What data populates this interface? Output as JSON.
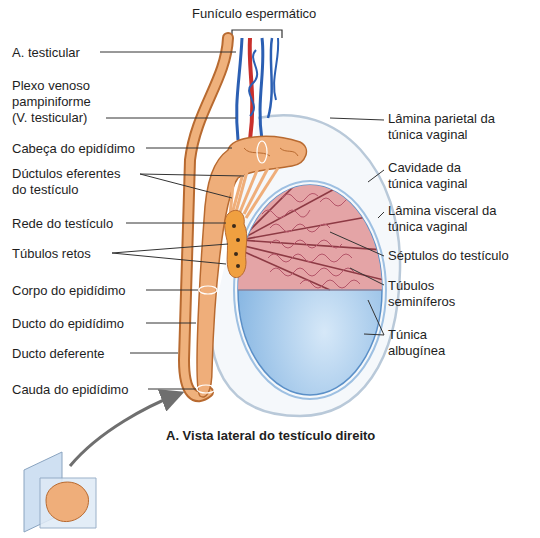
{
  "diagram": {
    "caption": "A. Vista lateral do testículo direito",
    "labels": [
      "Funículo espermático",
      "A. testicular",
      "Plexo venoso pampiniforme (V. testicular)",
      "Cabeça do epidídimo",
      "Dúctulos eferentes do testículo",
      "Rede do testículo",
      "Túbulos retos",
      "Corpo do epidídimo",
      "Ducto do epidídimo",
      "Ducto deferente",
      "Cauda do epidídimo",
      "Lâmina parietal da túnica vaginal",
      "Cavidade da túnica vaginal",
      "Lâmina visceral da túnica vaginal",
      "Séptulos do testículo",
      "Túbulos seminíferos",
      "Túnica albugínea"
    ]
  }
}
